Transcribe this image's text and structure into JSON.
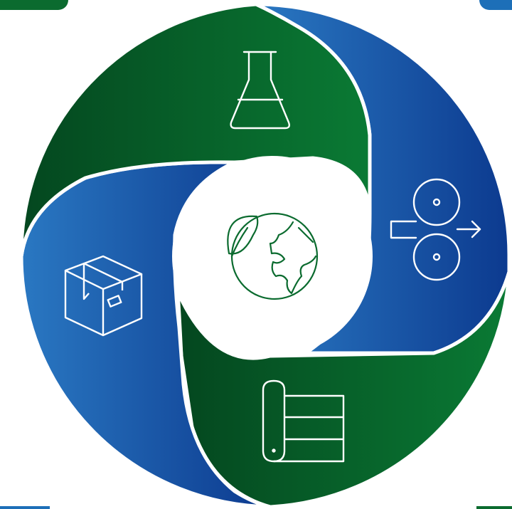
{
  "diagram": {
    "colors": {
      "green_dark": "#04471f",
      "green_light": "#0a7a34",
      "blue_light": "#2a78c2",
      "blue_dark": "#0c3a8f",
      "outline": "#ffffff",
      "center_icon": "#0b6b2f"
    },
    "segments": [
      {
        "id": "top",
        "color": "green",
        "icon": "flask-icon"
      },
      {
        "id": "right",
        "color": "blue",
        "icon": "rollers-icon"
      },
      {
        "id": "bottom",
        "color": "green",
        "icon": "paper-roll-icon"
      },
      {
        "id": "left",
        "color": "blue",
        "icon": "box-icon"
      }
    ],
    "center": {
      "icon": "earth-leaf-icon"
    }
  }
}
